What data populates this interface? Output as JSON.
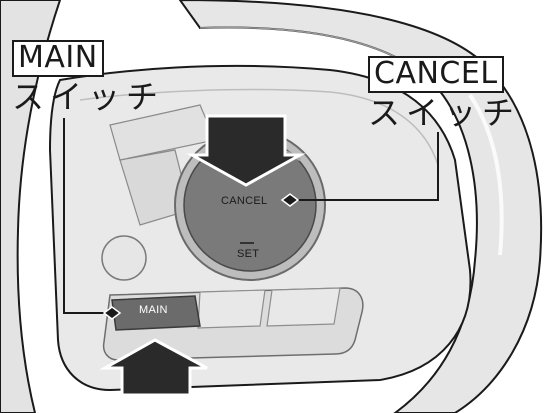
{
  "callouts": {
    "main": {
      "title": "MAIN",
      "subtitle": "スイッチ"
    },
    "cancel": {
      "title": "CANCEL",
      "subtitle": "スイッチ"
    }
  },
  "buttons": {
    "cancel_label": "CANCEL",
    "set_label": "SET",
    "main_label": "MAIN"
  },
  "colors": {
    "arrow": "#2a2a2a",
    "button_face": "#6b6b6b",
    "panel": "#dcdcdc",
    "background": "#ffffff"
  }
}
